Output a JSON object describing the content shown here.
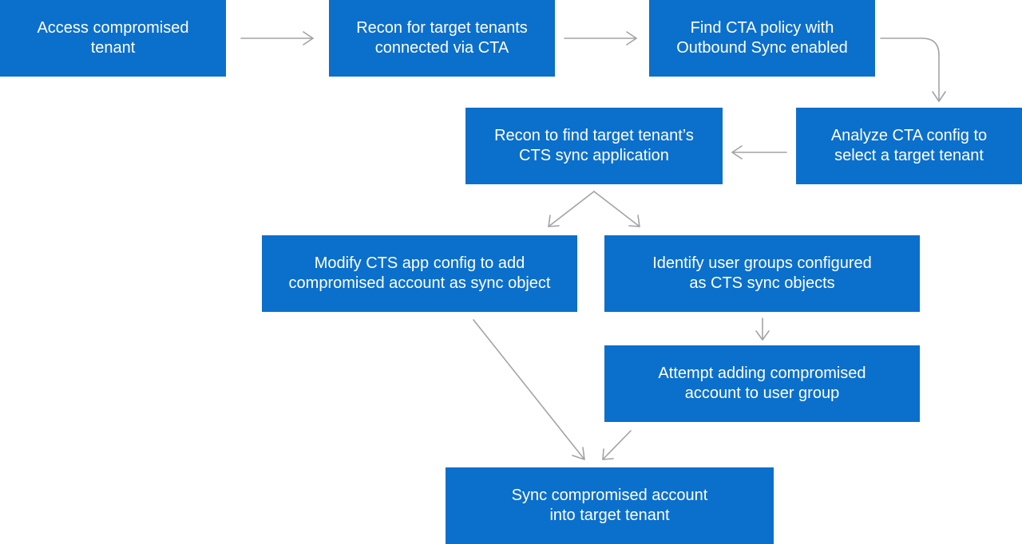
{
  "colors": {
    "box_fill": "#0b6fcc",
    "box_text": "#ffffff",
    "arrow": "#a3a3a3"
  },
  "nodes": {
    "access_compromised_tenant": {
      "line1": "Access compromised",
      "line2": "tenant"
    },
    "recon_target_tenants": {
      "line1": "Recon for target tenants",
      "line2": "connected via CTA"
    },
    "find_cta_policy": {
      "line1": "Find CTA policy with",
      "line2": "Outbound Sync enabled"
    },
    "analyze_cta_config": {
      "line1": "Analyze CTA config to",
      "line2": "select a target tenant"
    },
    "recon_cts_app": {
      "line1": "Recon to find target tenant’s",
      "line2": "CTS sync application"
    },
    "modify_cts_app": {
      "line1": "Modify CTS app config to add",
      "line2": "compromised account as sync object"
    },
    "identify_user_groups": {
      "line1": "Identify user groups configured",
      "line2": "as CTS sync objects"
    },
    "attempt_add_to_group": {
      "line1": "Attempt adding compromised",
      "line2": "account to user group"
    },
    "sync_into_target": {
      "line1": "Sync compromised account",
      "line2": "into target tenant"
    }
  }
}
